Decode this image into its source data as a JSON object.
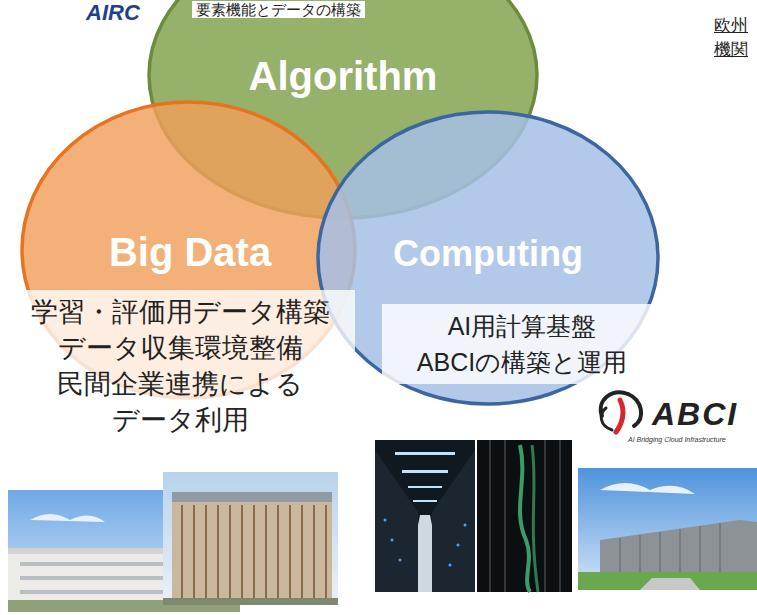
{
  "diagram": {
    "nodes": [
      {
        "text": [
          "Algorithm"
        ]
      },
      {
        "text": [
          "Big Data",
          "学習・評価用データ構築 データ収集環境整備 民間企業連携による データ利用"
        ]
      },
      {
        "text": [
          "Computing",
          "AI用計算基盤 ABCIの構築と運用"
        ]
      }
    ],
    "labels": [
      "AIRC",
      "要素機能とデータの構築",
      "欧州",
      "機関",
      "ABCI",
      "AI Bridging Cloud Infrastructure"
    ]
  }
}
